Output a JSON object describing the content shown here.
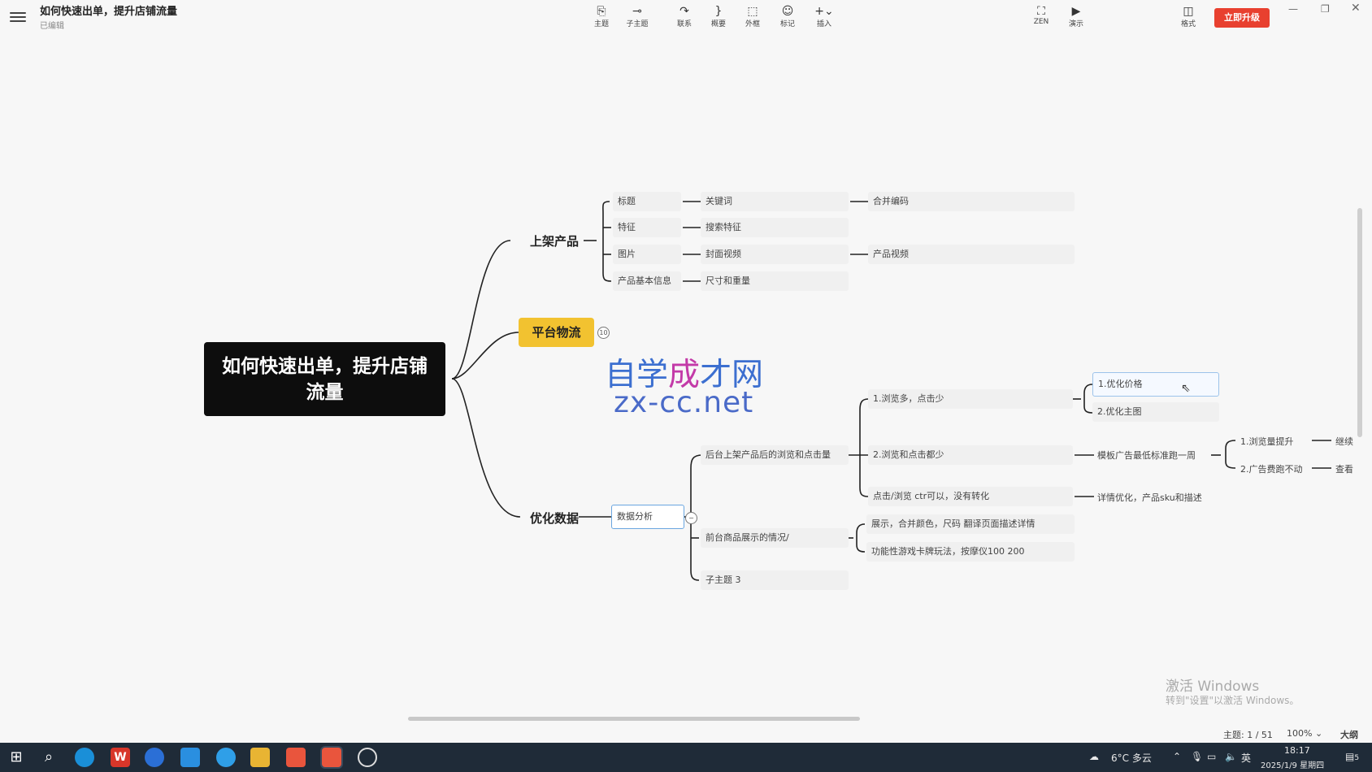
{
  "header": {
    "title": "如何快速出单，提升店铺流量",
    "status": "已编辑",
    "upgrade_label": "立即升级"
  },
  "toolbar": [
    {
      "label": "主题",
      "icon": "topic-icon"
    },
    {
      "label": "子主题",
      "icon": "subtopic-icon"
    },
    {
      "label": "联系",
      "icon": "relationship-icon"
    },
    {
      "label": "概要",
      "icon": "summary-icon"
    },
    {
      "label": "外框",
      "icon": "boundary-icon"
    },
    {
      "label": "标记",
      "icon": "marker-icon"
    },
    {
      "label": "插入",
      "icon": "insert-icon"
    },
    {
      "label": "ZEN",
      "icon": "zen-icon"
    },
    {
      "label": "演示",
      "icon": "present-icon"
    },
    {
      "label": "格式",
      "icon": "format-icon"
    }
  ],
  "mindmap": {
    "root": "如何快速出单，提升店铺流量",
    "b1": {
      "label": "上架产品",
      "items": [
        "标题",
        "特征",
        "图片",
        "产品基本信息"
      ],
      "l2": [
        "关键词",
        "搜索特征",
        "封面视频",
        "尺寸和重量"
      ],
      "l3": [
        "合并编码",
        "产品视频"
      ]
    },
    "b2": {
      "label": "平台物流",
      "collapsed_count": "10"
    },
    "b3": {
      "label": "优化数据",
      "analysis": "数据分析",
      "l2": [
        "后台上架产品后的浏览和点击量",
        "前台商品展示的情况/",
        "子主题 3"
      ],
      "l3": [
        "1.浏览多，点击少",
        "2.浏览和点击都少",
        "点击/浏览    ctr可以，没有转化",
        "展示，合并颜色，尺码      翻译页面描述详情",
        "功能性游戏卡牌玩法，按摩仪100    200"
      ],
      "l4": [
        "1.优化价格",
        "2.优化主图",
        "模板广告最低标准跑一周",
        "详情优化，产品sku和描述"
      ],
      "l5": [
        "1.浏览量提升",
        "2.广告费跑不动"
      ],
      "l6": [
        "继续",
        "查看"
      ]
    }
  },
  "watermark": {
    "line1a": "自学",
    "line1b": "成",
    "line1c": "才网",
    "line2": "zx-cc.net"
  },
  "windows_activation": {
    "title": "激活 Windows",
    "subtitle": "转到\"设置\"以激活 Windows。"
  },
  "statusbar": {
    "topics": "主题: 1 / 51",
    "zoom": "100%",
    "outline": "大纲"
  },
  "taskbar": {
    "weather": "6°C 多云",
    "ime": "英",
    "time": "18:17",
    "date": "2025/1/9 星期四",
    "notification_count": "5"
  }
}
